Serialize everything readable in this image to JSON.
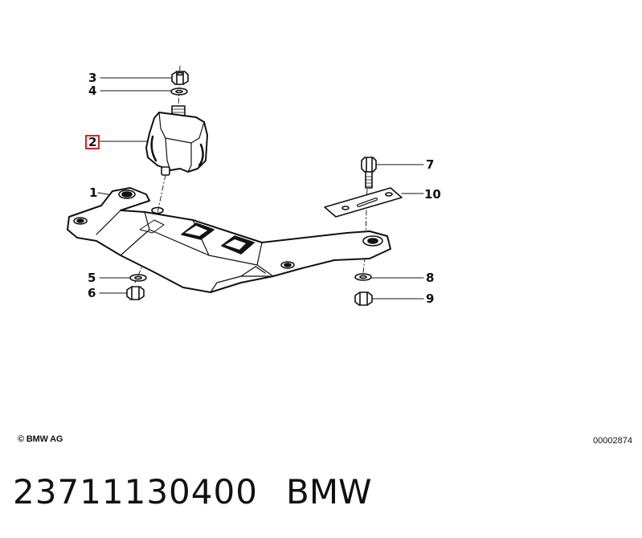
{
  "callouts": [
    {
      "label": "3"
    },
    {
      "label": "4"
    },
    {
      "label": "2"
    },
    {
      "label": "1"
    },
    {
      "label": "5"
    },
    {
      "label": "6"
    },
    {
      "label": "7"
    },
    {
      "label": "10"
    },
    {
      "label": "8"
    },
    {
      "label": "9"
    }
  ],
  "highlight_color": "#d62222",
  "footer": {
    "copyright": "© BMW AG",
    "diagram_id": "00002874"
  },
  "part": {
    "number": "23711130400",
    "brand": "BMW"
  }
}
